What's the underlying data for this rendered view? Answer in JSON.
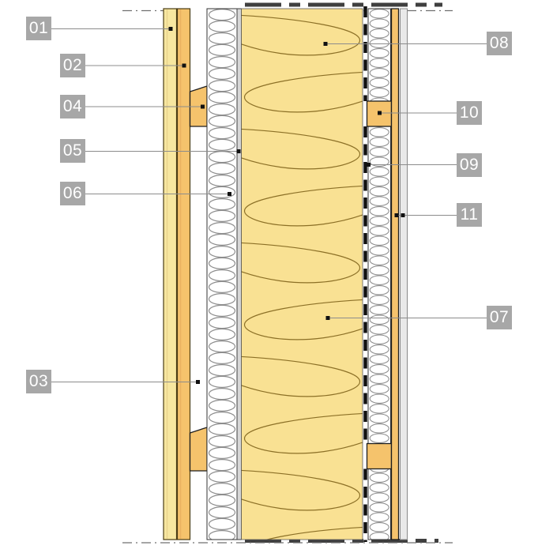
{
  "labels": {
    "l01": "01",
    "l02": "02",
    "l03": "03",
    "l04": "04",
    "l05": "05",
    "l06": "06",
    "l07": "07",
    "l08": "08",
    "l09": "09",
    "l10": "10",
    "l11": "11"
  },
  "colors": {
    "label_bg": "#a7a7a7",
    "label_text": "#ffffff",
    "leader_line": "#8c8c8c",
    "pointer_dot": "#111111",
    "cladding_light": "#f7e7a0",
    "wood_orange": "#f5c36c",
    "insulation_yellow": "#f9e193",
    "insulation_loop_stroke": "#8c7026",
    "coil_stroke": "#8e8e8e",
    "board_outline": "#4a3c14",
    "gray_board": "#d6d6d6",
    "gray_lining": "#e9e9e9",
    "membrane_black": "#111111",
    "cut_line": "#707070",
    "break_bar": "#3f3f3f",
    "background": "#ffffff"
  }
}
